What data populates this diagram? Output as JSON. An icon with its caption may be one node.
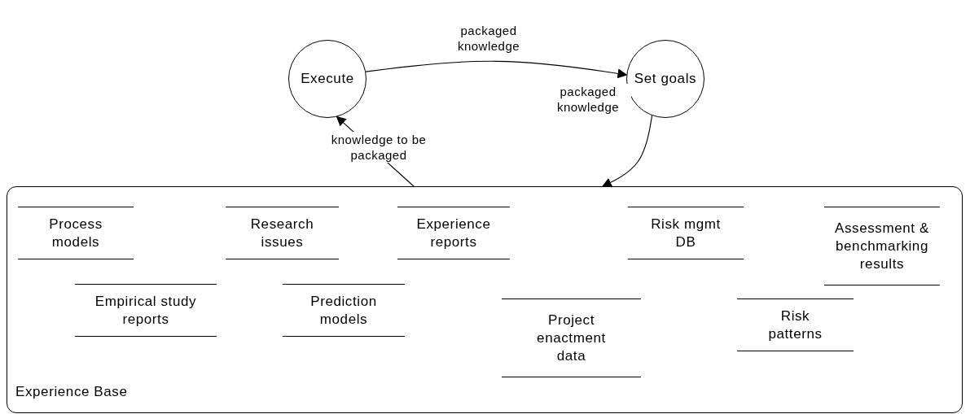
{
  "diagram": {
    "nodes": [
      {
        "text": [
          "Execute"
        ]
      },
      {
        "text": [
          "Set goals"
        ]
      },
      {
        "text": [
          "Experience Base"
        ]
      },
      {
        "text": [
          "Process models"
        ],
        "in": 2
      },
      {
        "text": [
          "Research issues"
        ],
        "in": 2
      },
      {
        "text": [
          "Experience reports"
        ],
        "in": 2
      },
      {
        "text": [
          "Risk mgmt DB"
        ],
        "in": 2
      },
      {
        "text": [
          "Assessment & benchmarking results"
        ],
        "in": 2
      },
      {
        "text": [
          "Empirical study reports"
        ],
        "in": 2
      },
      {
        "text": [
          "Prediction models"
        ],
        "in": 2
      },
      {
        "text": [
          "Project enactment data"
        ],
        "in": 2
      },
      {
        "text": [
          "Risk patterns"
        ],
        "in": 2
      }
    ],
    "edges": [
      {
        "from": 0,
        "to": 1,
        "arrow": "to",
        "label": "packaged knowledge"
      },
      {
        "from": 1,
        "to": 2,
        "arrow": "to",
        "label": "packaged knowledge"
      },
      {
        "from": 2,
        "to": 0,
        "arrow": "to",
        "label": "knowledge to be packaged"
      }
    ]
  }
}
